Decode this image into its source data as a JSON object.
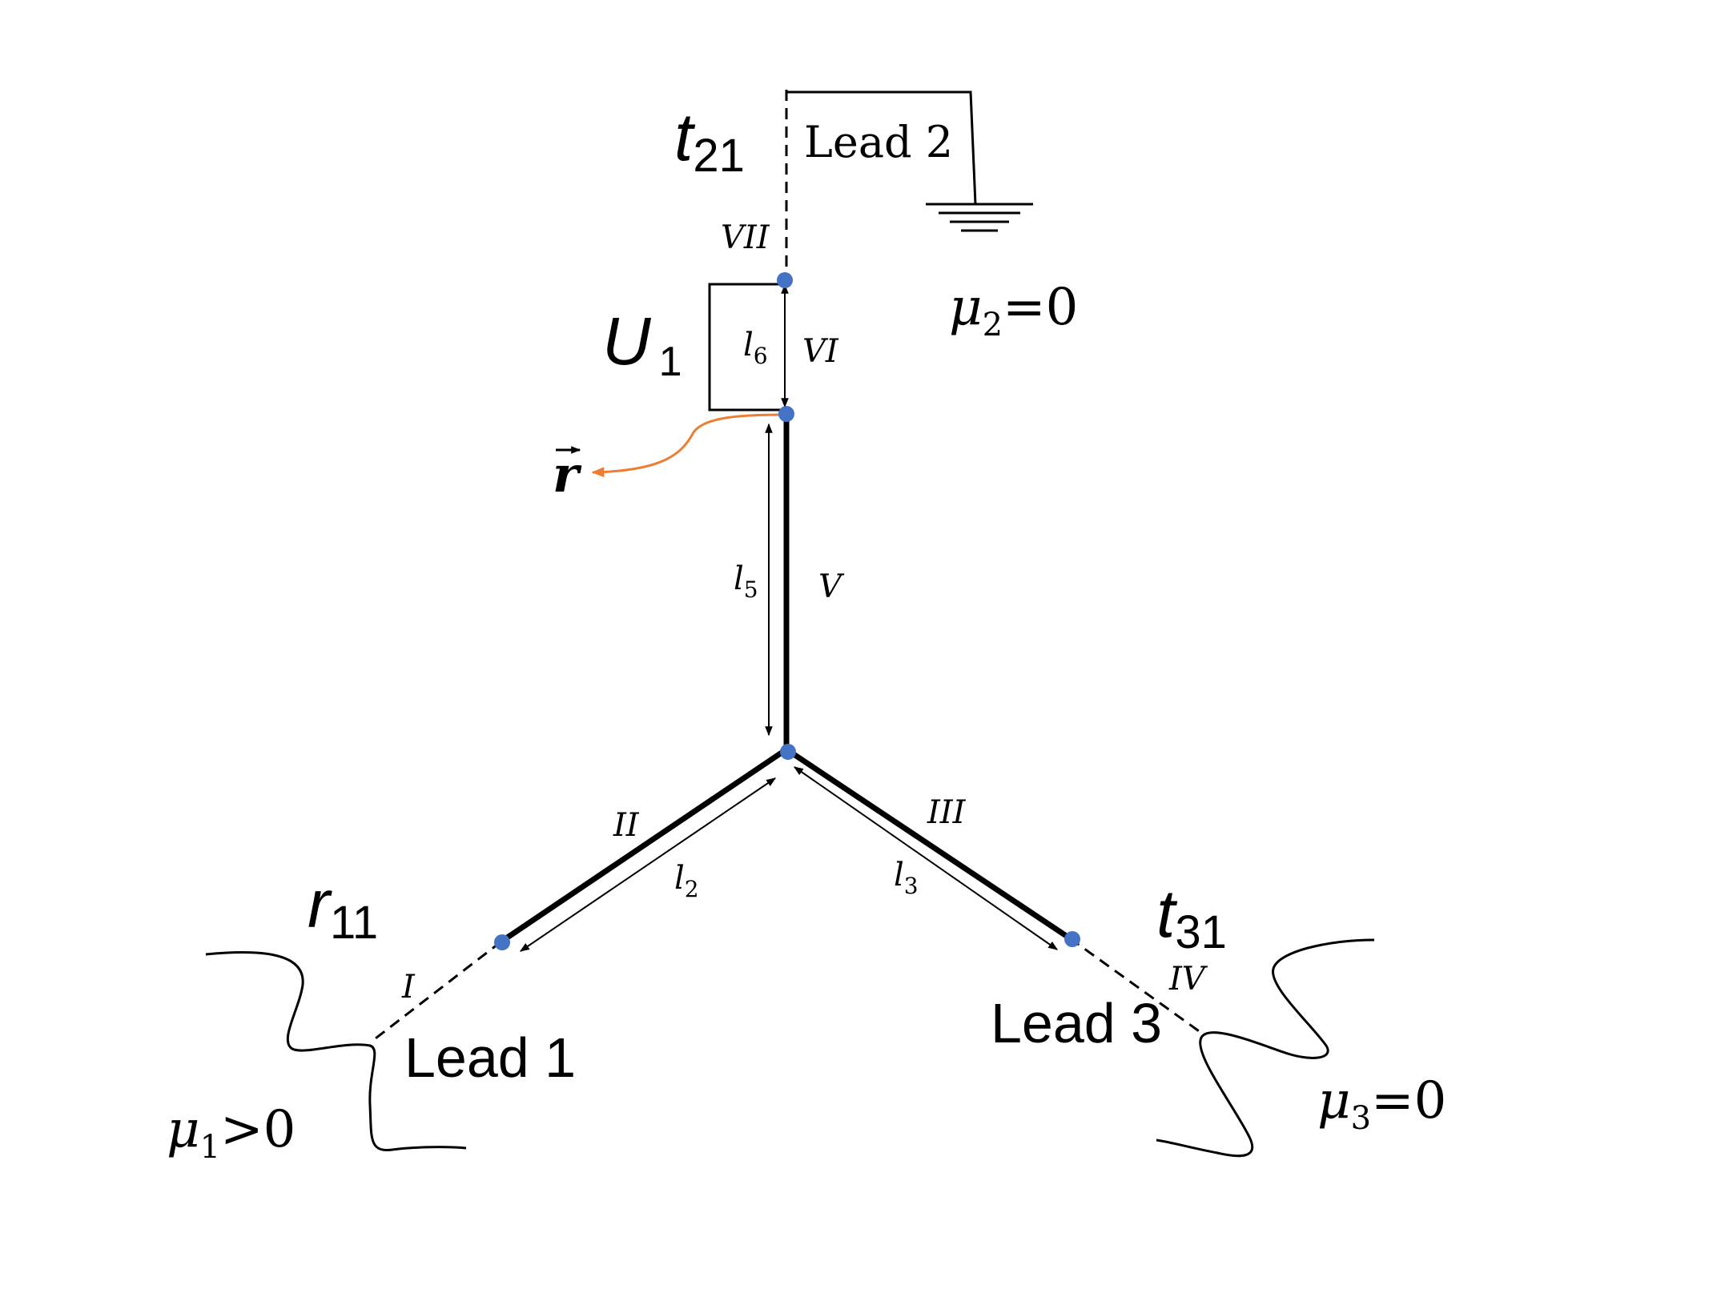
{
  "leads": {
    "lead1": {
      "label": "Lead 1",
      "coef": "r",
      "coef_sub": "11",
      "mu": "μ",
      "mu_sub": "1",
      "mu_rel": ">0"
    },
    "lead2": {
      "label": "Lead 2",
      "coef": "t",
      "coef_sub": "21",
      "mu": "μ",
      "mu_sub": "2",
      "mu_rel": "=0"
    },
    "lead3": {
      "label": "Lead 3",
      "coef": "t",
      "coef_sub": "31",
      "mu": "μ",
      "mu_sub": "3",
      "mu_rel": "=0"
    }
  },
  "segments": {
    "I": "I",
    "II": "II",
    "III": "III",
    "IV": "IV",
    "V": "V",
    "VI": "VI",
    "VII": "VII"
  },
  "lengths": {
    "l2": {
      "base": "l",
      "sub": "2"
    },
    "l3": {
      "base": "l",
      "sub": "3"
    },
    "l5": {
      "base": "l",
      "sub": "5"
    },
    "l6": {
      "base": "l",
      "sub": "6"
    }
  },
  "potential": {
    "base": "U",
    "sub": "1"
  },
  "position_vector": "r",
  "colors": {
    "node": "#4472c4",
    "arrow": "#ed7d31",
    "line": "#000000"
  }
}
